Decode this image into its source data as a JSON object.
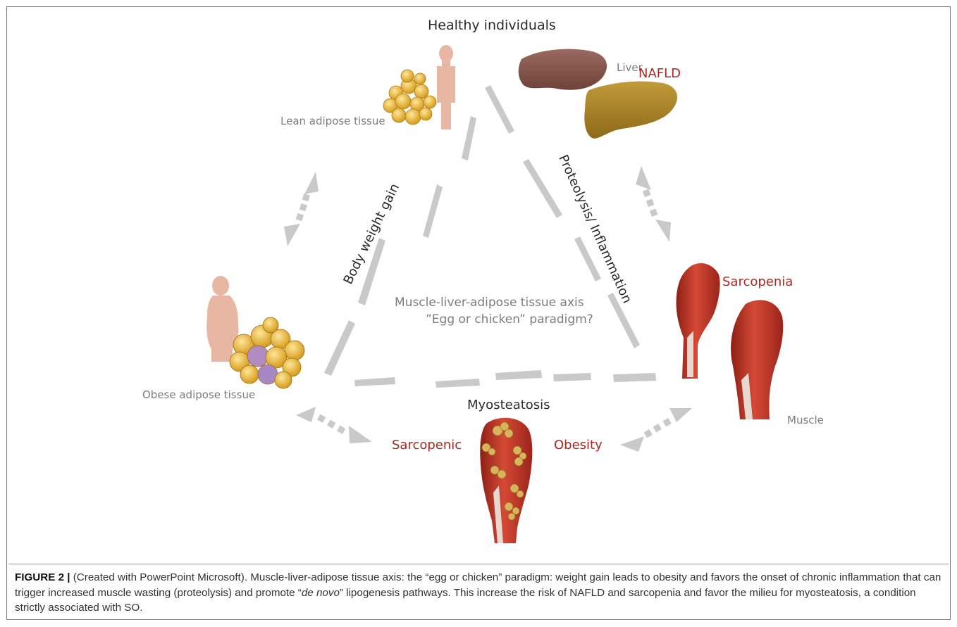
{
  "labels": {
    "healthy": "Healthy individuals",
    "liver": "Liver",
    "nafld": "NAFLD",
    "lean_adipose": "Lean adipose tissue",
    "body_weight_gain": "Body weight gain",
    "proteolysis": "Proteolysis/ Inflammation",
    "axis_line1": "Muscle-liver-adipose tissue axis",
    "axis_line2": "”Egg or chicken” paradigm?",
    "sarcopenia": "Sarcopenia",
    "obese_adipose": "Obese adipose tissue",
    "myosteatosis": "Myosteatosis",
    "sarcopenic": "Sarcopenic",
    "obesity": "Obesity",
    "muscle": "Muscle"
  },
  "caption": {
    "label": "FIGURE 2 |",
    "part1": " (Created with PowerPoint Microsoft). Muscle-liver-adipose tissue axis: the “egg or chicken” paradigm: weight gain leads to obesity and favors the onset of chronic inflammation that can trigger increased muscle wasting (proteolysis) and promote “",
    "italic": "de novo",
    "part2": "” lipogenesis pathways. This increase the risk of NAFLD and sarcopenia and favor the milieu for myosteatosis, a condition strictly associated with SO."
  },
  "colors": {
    "arrow_gray": "#c8c8c8",
    "label_red": "#a52a1f",
    "liver_healthy": "#8a5a50",
    "liver_nafld": "#a88428",
    "muscle_red": "#c23a2a",
    "skin": "#e6b6a0",
    "fat": "#e8b840"
  }
}
